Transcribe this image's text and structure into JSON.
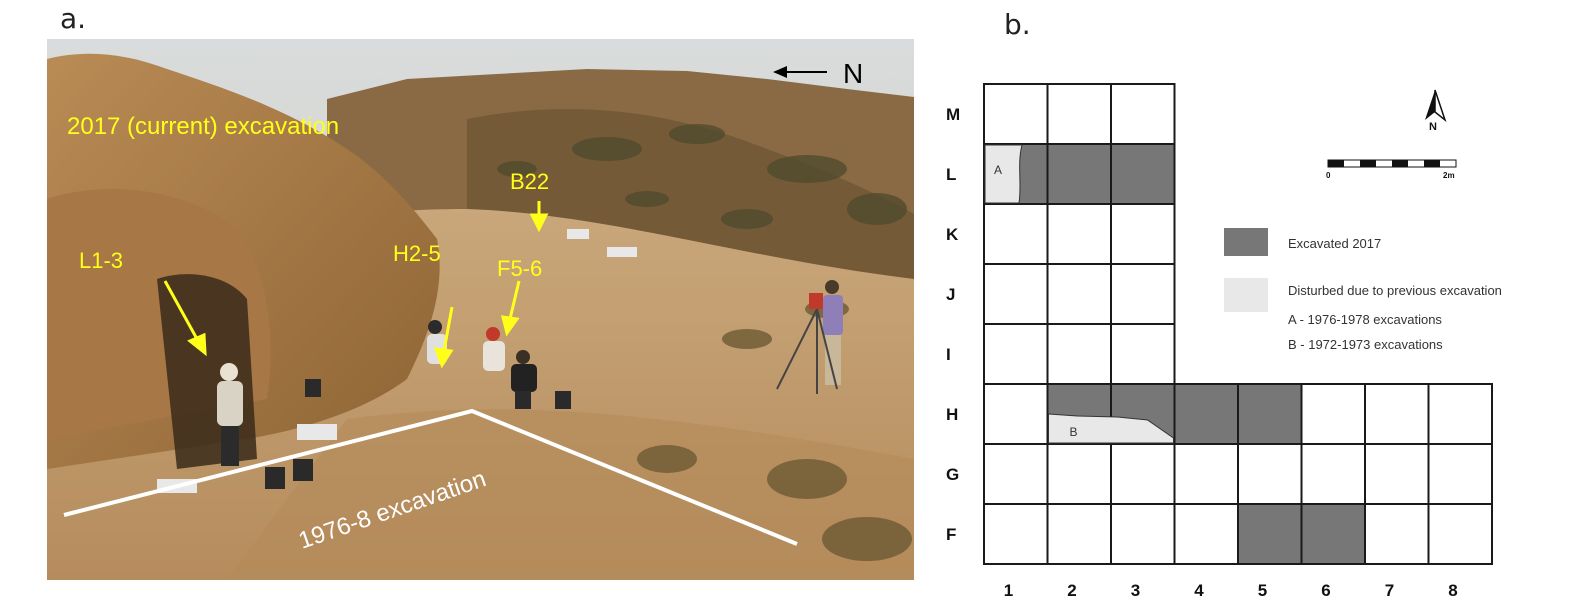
{
  "panel_a": {
    "label": "a.",
    "north_label": "N",
    "annotations": {
      "current_excavation": "2017 (current)  excavation",
      "l1_3": "L1-3",
      "h2_5": "H2-5",
      "b22": "B22",
      "f5_6": "F5-6",
      "old_excavation": "1976-8 excavation"
    }
  },
  "panel_b": {
    "label": "b.",
    "north_label": "N",
    "scale": {
      "start": "0",
      "end": "2m"
    },
    "rows": [
      "M",
      "L",
      "K",
      "J",
      "I",
      "H",
      "G",
      "F"
    ],
    "columns": [
      "1",
      "2",
      "3",
      "4",
      "5",
      "6",
      "7",
      "8"
    ],
    "excavated_2017": [
      "L1",
      "L2",
      "L3",
      "H2",
      "H3",
      "H4",
      "H5",
      "F5",
      "F6"
    ],
    "disturbed_zones": [
      {
        "label": "A",
        "square": "L1"
      },
      {
        "label": "B",
        "square": "H2-H3"
      }
    ],
    "legend": {
      "excavated": "Excavated 2017",
      "disturbed": "Disturbed due to previous excavation",
      "note_a": "A - 1976-1978 excavations",
      "note_b": "B - 1972-1973 excavations"
    },
    "colors": {
      "excavated": "#777777",
      "disturbed": "#e8e8e8",
      "grid": "#1a1a1a"
    }
  }
}
